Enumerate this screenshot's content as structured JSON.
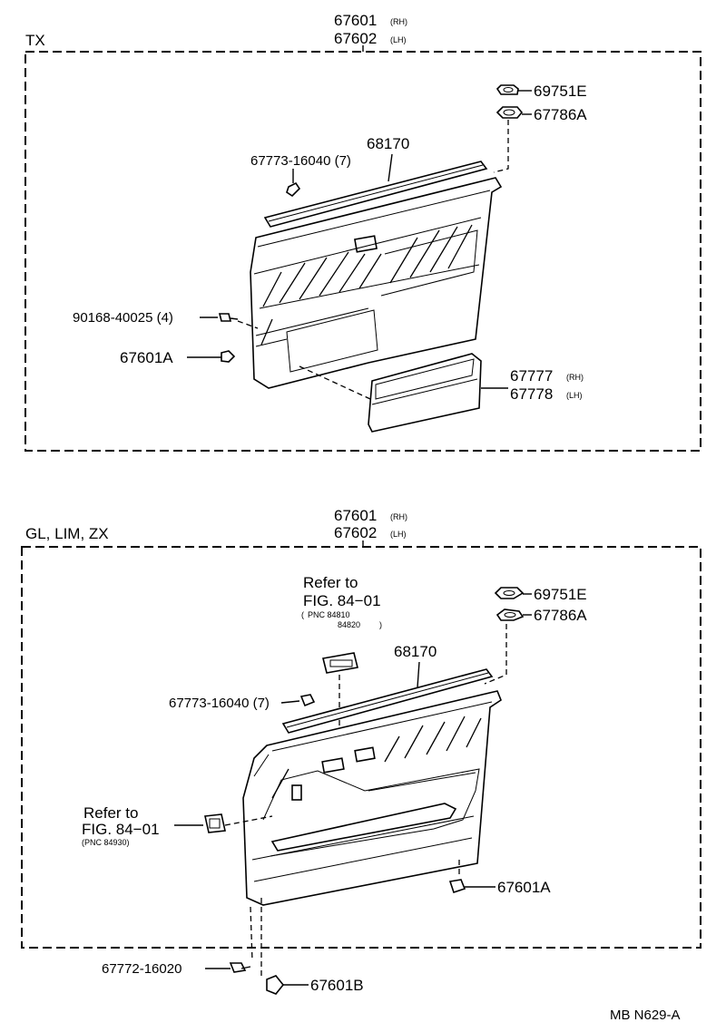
{
  "top": {
    "variant": "TX",
    "title_rh": "67601",
    "title_rh_sub": "(RH)",
    "title_lh": "67602",
    "title_lh_sub": "(LH)",
    "parts": {
      "p69751e": "69751E",
      "p67786a": "67786A",
      "p68170": "68170",
      "p67773": "67773-16040 (7)",
      "p90168": "90168-40025 (4)",
      "p67601a": "67601A",
      "p67777": "67777",
      "p67777_sub": "(RH)",
      "p67778": "67778",
      "p67778_sub": "(LH)"
    }
  },
  "bottom": {
    "variant": "GL, LIM, ZX",
    "title_rh": "67601",
    "title_rh_sub": "(RH)",
    "title_lh": "67602",
    "title_lh_sub": "(LH)",
    "refer_switch": {
      "line1": "Refer to",
      "line2": "FIG. 84−01",
      "pnc1": "PNC 84810",
      "pnc2": "84820"
    },
    "refer_left": {
      "line1": "Refer to",
      "line2": "FIG. 84−01",
      "pnc": "(PNC 84930)"
    },
    "parts": {
      "p69751e": "69751E",
      "p67786a": "67786A",
      "p68170": "68170",
      "p67773": "67773-16040 (7)",
      "p67601a": "67601A",
      "p67772": "67772-16020",
      "p67601b": "67601B"
    }
  },
  "footer": {
    "code": "MB  N629-A"
  }
}
